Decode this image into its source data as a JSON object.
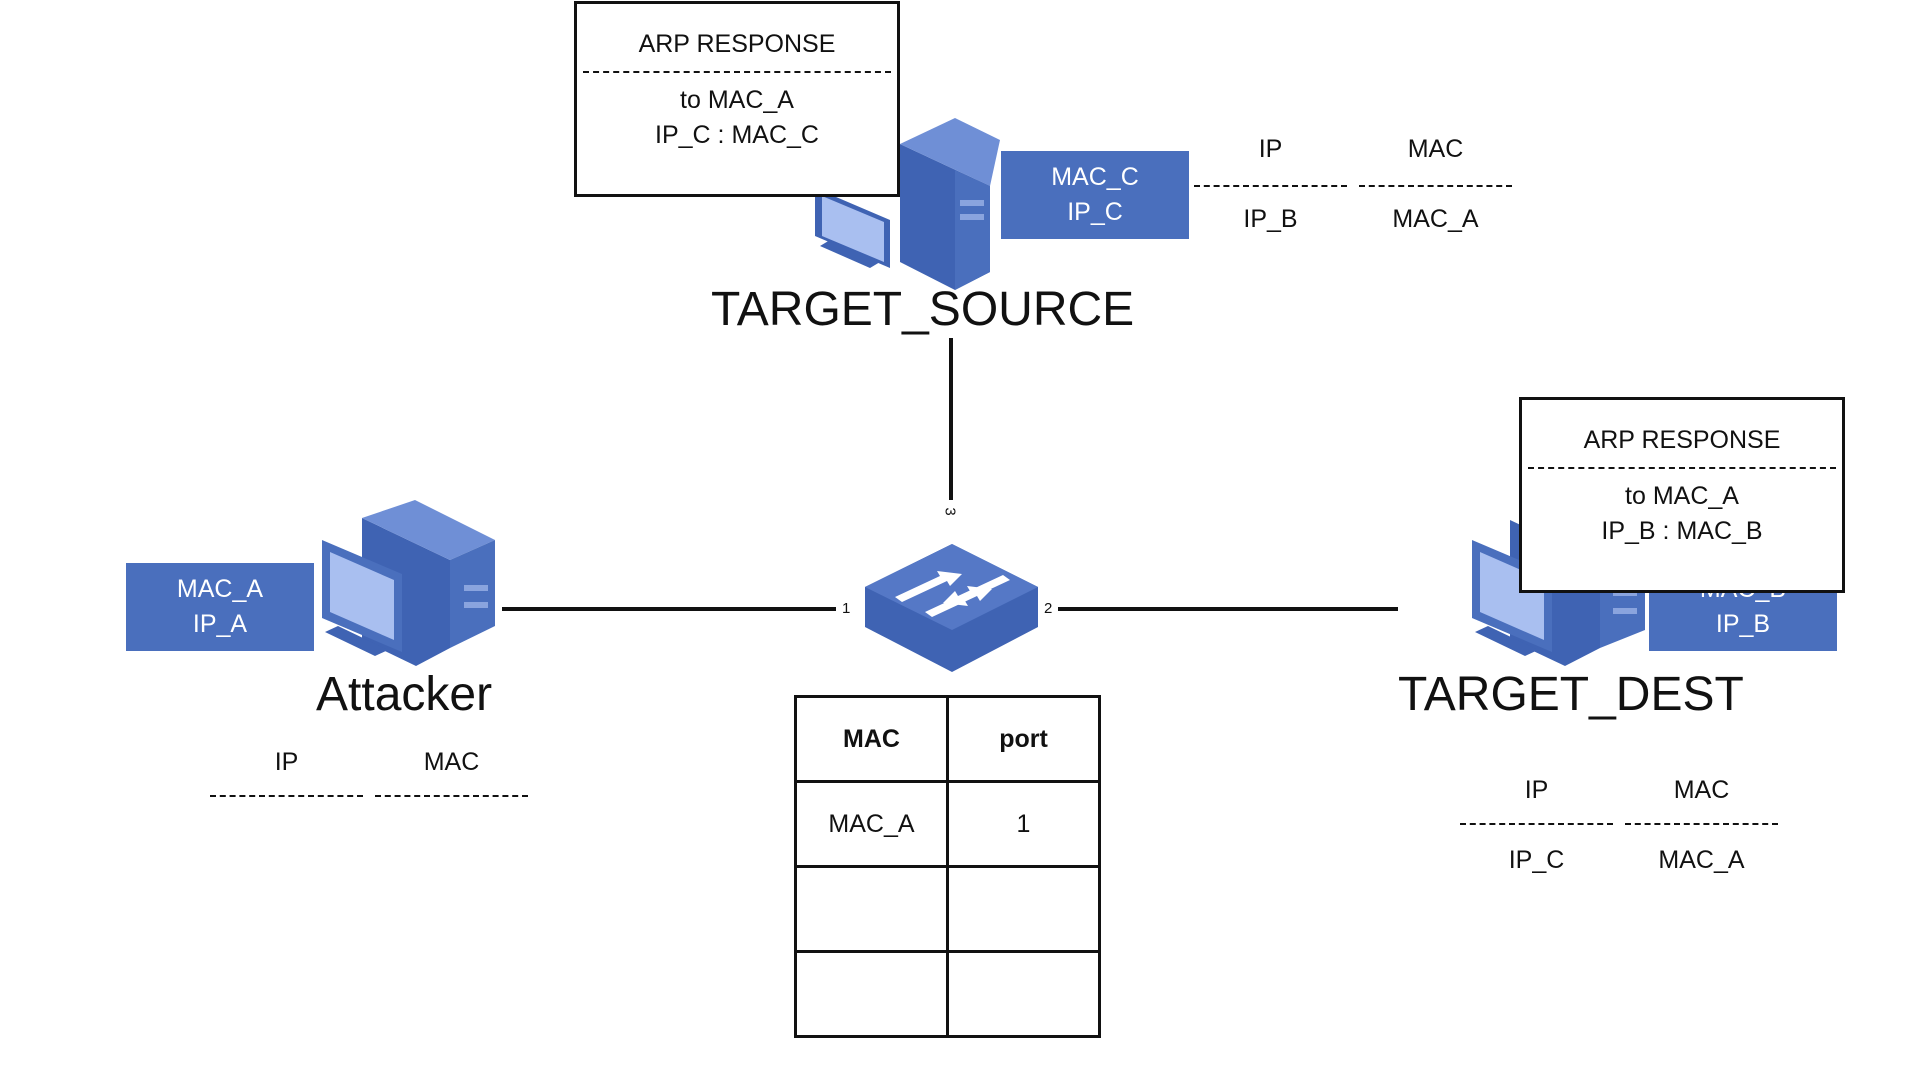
{
  "hosts": {
    "source": {
      "name": "TARGET_SOURCE",
      "mac": "MAC_C",
      "ip": "IP_C"
    },
    "attacker": {
      "name": "Attacker",
      "mac": "MAC_A",
      "ip": "IP_A"
    },
    "dest": {
      "name": "TARGET_DEST",
      "mac": "MAC_B",
      "ip": "IP_B"
    }
  },
  "arp_responses": {
    "to_source": {
      "title": "ARP RESPONSE",
      "to": "to MAC_A",
      "mapping": "IP_C : MAC_C"
    },
    "to_dest": {
      "title": "ARP RESPONSE",
      "to": "to MAC_A",
      "mapping": "IP_B : MAC_B"
    }
  },
  "arp_tables": {
    "source": {
      "col_ip": "IP",
      "col_mac": "MAC",
      "row_ip": "IP_B",
      "row_mac": "MAC_A"
    },
    "attacker": {
      "col_ip": "IP",
      "col_mac": "MAC"
    },
    "dest": {
      "col_ip": "IP",
      "col_mac": "MAC",
      "row_ip": "IP_C",
      "row_mac": "MAC_A"
    }
  },
  "switch_ports": {
    "p1": "1",
    "p2": "2",
    "p3": "3"
  },
  "cam_table": {
    "headers": [
      "MAC",
      "port"
    ],
    "rows": [
      [
        "MAC_A",
        "1"
      ],
      [
        "",
        ""
      ],
      [
        "",
        ""
      ]
    ]
  },
  "colors": {
    "device": "#4a6fbd",
    "device_light": "#6f8fd6",
    "line": "#111111"
  }
}
